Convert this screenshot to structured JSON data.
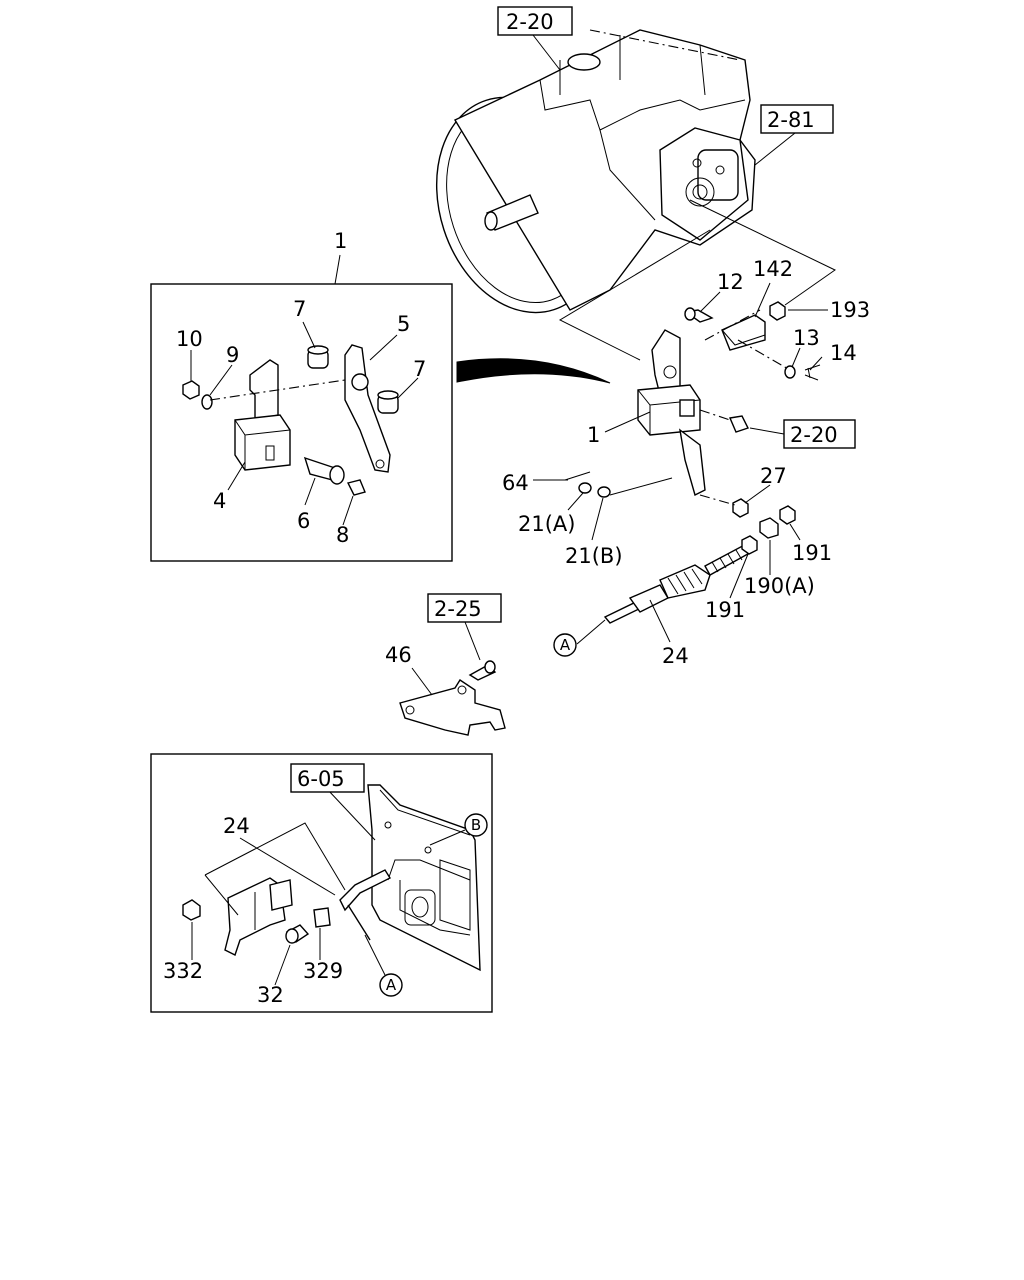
{
  "refs": {
    "r_2_20_top": "2-20",
    "r_2_81": "2-81",
    "r_2_20_mid": "2-20",
    "r_2_25": "2-25",
    "r_6_05": "6-05"
  },
  "labels": {
    "n1_top": "1",
    "n10": "10",
    "n9": "9",
    "n7a": "7",
    "n5": "5",
    "n7b": "7",
    "n4": "4",
    "n6": "6",
    "n8": "8",
    "n12": "12",
    "n142": "142",
    "n193": "193",
    "n13": "13",
    "n14": "14",
    "n1_mid": "1",
    "n64": "64",
    "n27": "27",
    "n21a": "21(A)",
    "n21b": "21(B)",
    "n191a": "191",
    "n191b": "191",
    "n190a": "190(A)",
    "n24": "24",
    "n46": "46",
    "n24b": "24",
    "n332": "332",
    "n32": "32",
    "n329": "329"
  },
  "circles": {
    "a1": "A",
    "a2": "A",
    "b1": "B"
  }
}
